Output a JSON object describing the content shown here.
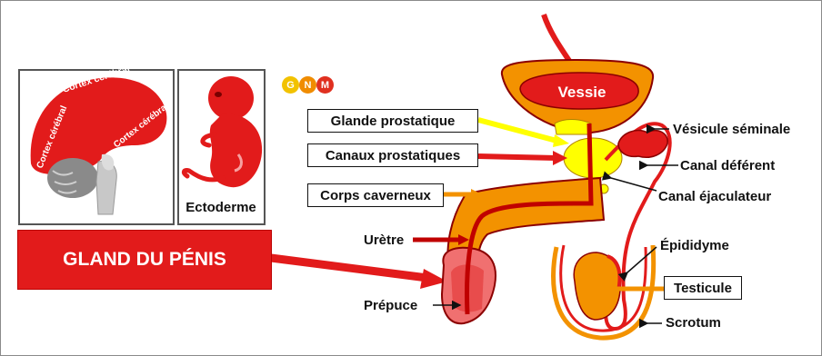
{
  "logo": {
    "letters": [
      "G",
      "N",
      "M"
    ],
    "colors": [
      "#f2c200",
      "#f08c00",
      "#e03020"
    ]
  },
  "brain_panel": {
    "labels": [
      "Cortex cérébral",
      "Cortex cérébral",
      "Cortex cérébral"
    ]
  },
  "embryo_panel": {
    "label": "Ectoderme"
  },
  "banner": {
    "text": "GLAND DU PÉNIS"
  },
  "anatomy": {
    "bladder": "Vessie",
    "boxed_labels": {
      "glande_prostatique": "Glande prostatique",
      "canaux_prostatiques": "Canaux prostatiques",
      "corps_caverneux": "Corps caverneux",
      "testicule": "Testicule"
    },
    "labels": {
      "vesicule_seminale": "Vésicule séminale",
      "canal_deferent": "Canal déférent",
      "canal_ejaculateur": "Canal éjaculateur",
      "uretre": "Urètre",
      "epididyme": "Épididyme",
      "prepuce": "Prépuce",
      "scrotum": "Scrotum"
    }
  },
  "colors": {
    "red": "#e21b1b",
    "orange": "#f39200",
    "yellow": "#ffff00",
    "dark_red": "#c00000"
  }
}
